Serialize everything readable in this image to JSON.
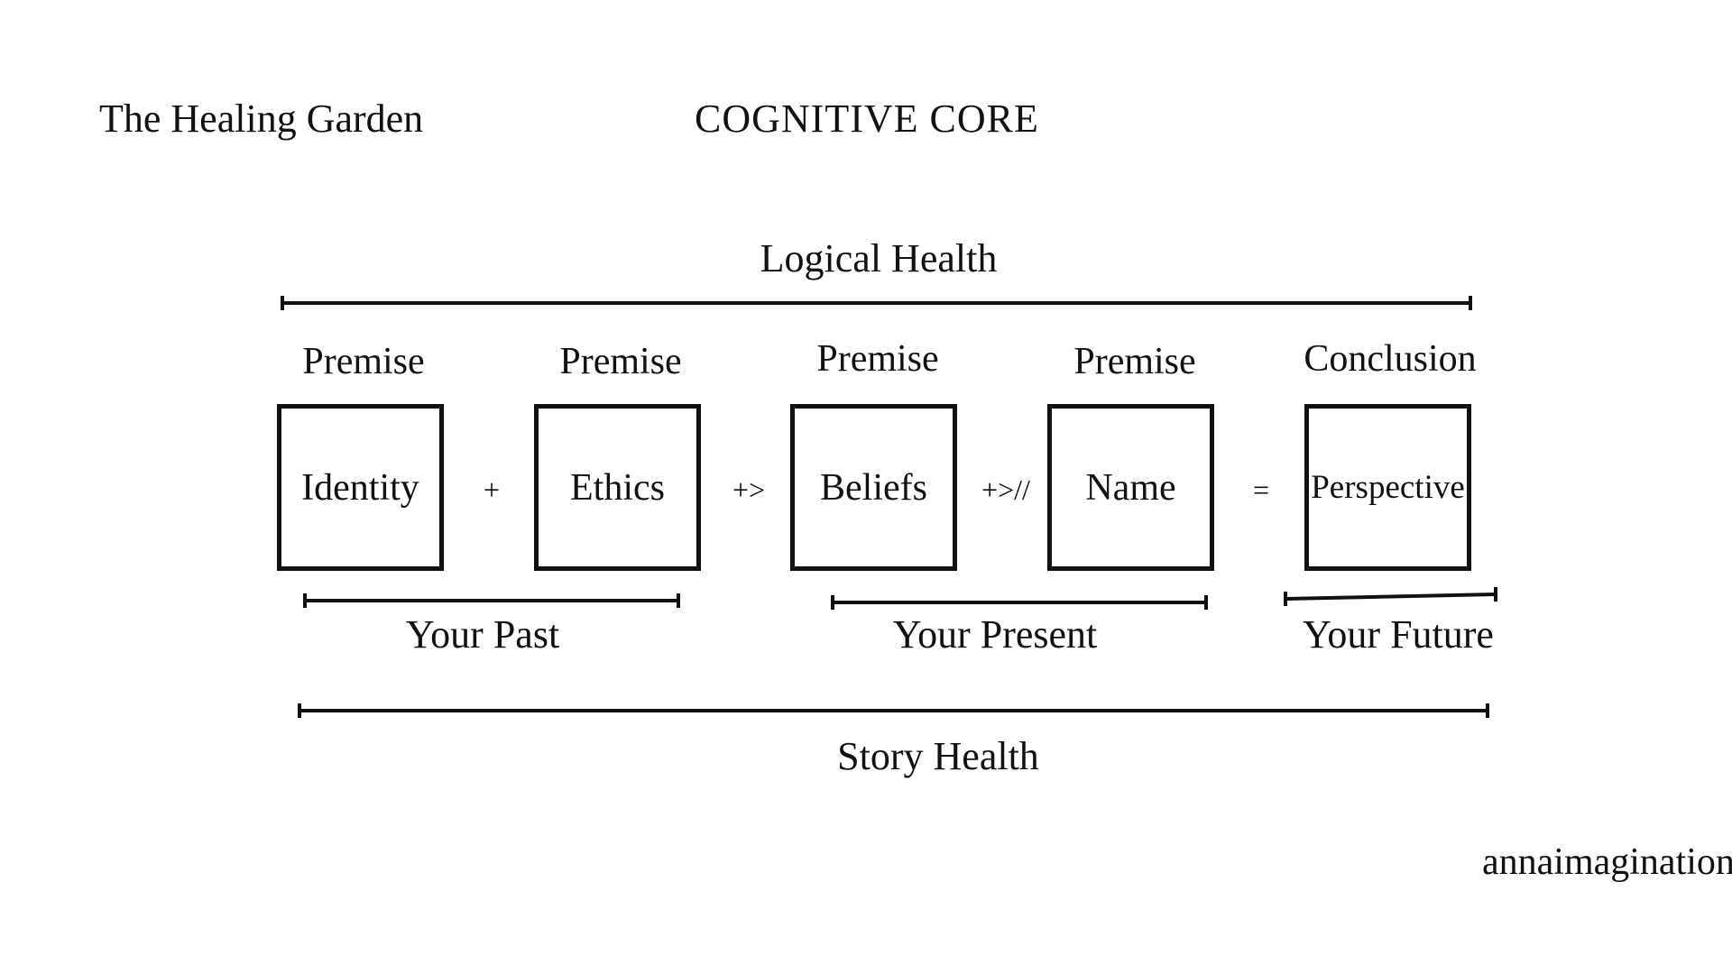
{
  "header": {
    "brand": "The Healing Garden",
    "title": "COGNITIVE CORE"
  },
  "diagram": {
    "top_span_label": "Logical Health",
    "bottom_span_label": "Story Health",
    "items": [
      {
        "label": "Premise",
        "content": "Identity"
      },
      {
        "label": "Premise",
        "content": "Ethics"
      },
      {
        "label": "Premise",
        "content": "Beliefs"
      },
      {
        "label": "Premise",
        "content": "Name"
      },
      {
        "label": "Conclusion",
        "content": "Perspective"
      }
    ],
    "operators": [
      "+",
      "+>",
      "+>//",
      "="
    ],
    "groups": {
      "past": "Your Past",
      "present": "Your Present",
      "future": "Your Future"
    }
  },
  "footer": {
    "website": "annaimagination.com"
  }
}
